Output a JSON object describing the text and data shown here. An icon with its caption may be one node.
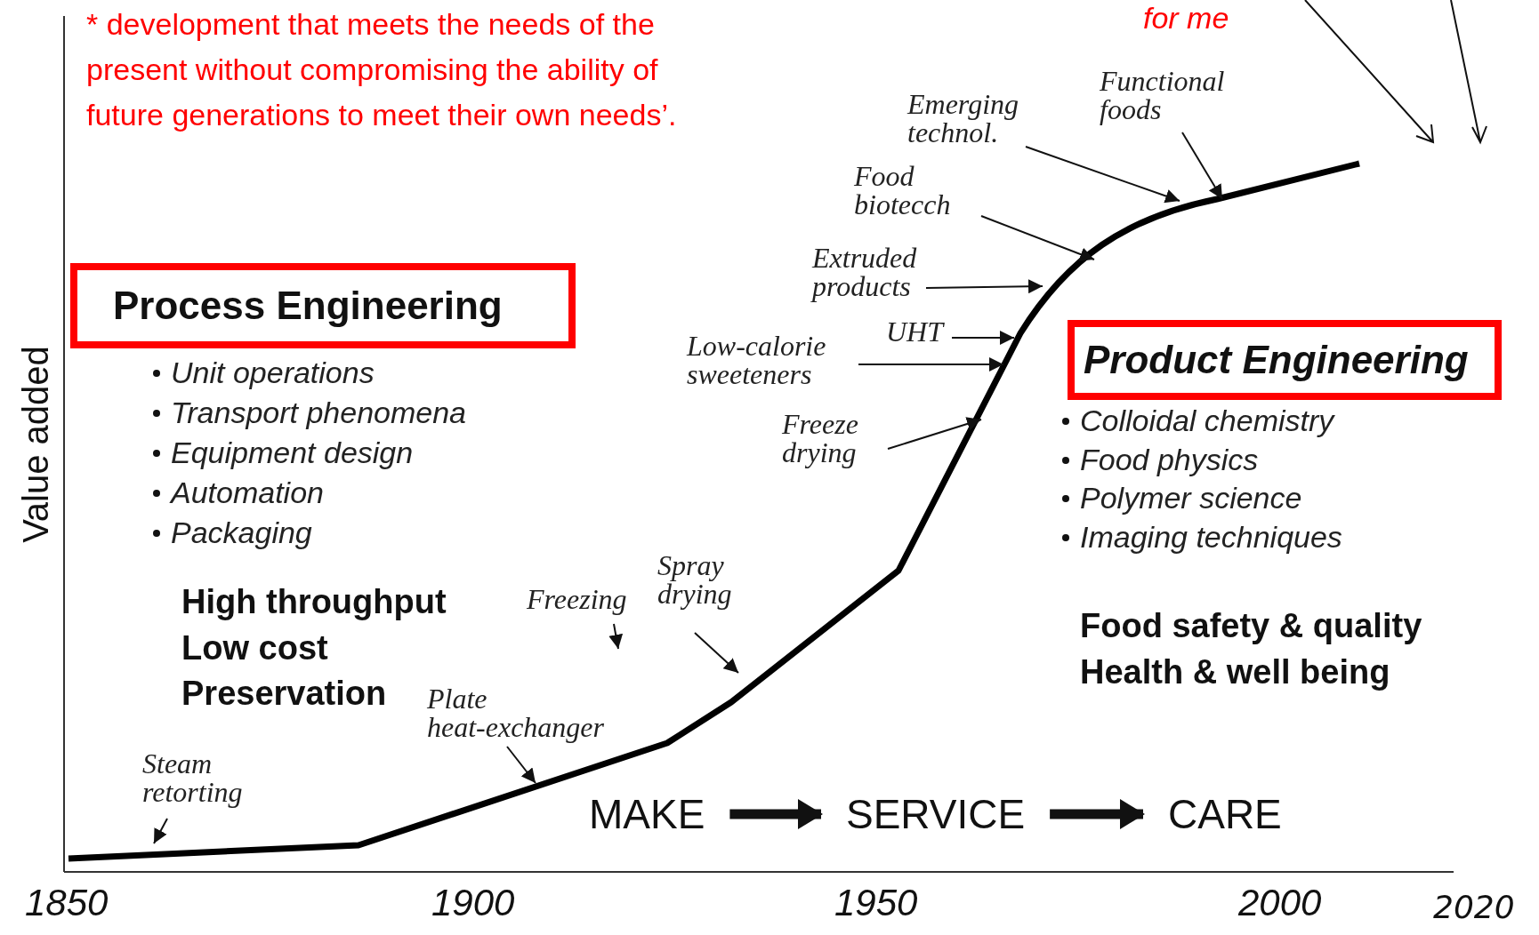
{
  "diagram": {
    "nodes": [
      {
        "text": [
          "Process Engineering"
        ]
      },
      {
        "text": [
          "Product Engineering"
        ]
      },
      {
        "text": [
          "Steam retorting"
        ]
      },
      {
        "text": [
          "Plate heat-exchanger"
        ]
      },
      {
        "text": [
          "Freezing"
        ]
      },
      {
        "text": [
          "Spray drying"
        ]
      },
      {
        "text": [
          "Freeze drying"
        ]
      },
      {
        "text": [
          "Low-calorie sweeteners"
        ]
      },
      {
        "text": [
          "UHT"
        ]
      },
      {
        "text": [
          "Extruded products"
        ]
      },
      {
        "text": [
          "Food biotecch"
        ]
      },
      {
        "text": [
          "Emerging technol."
        ]
      },
      {
        "text": [
          "Functional foods"
        ]
      },
      {
        "text": [
          "MAKE"
        ]
      },
      {
        "text": [
          "SERVICE"
        ]
      },
      {
        "text": [
          "CARE"
        ]
      }
    ],
    "edges": [
      {
        "from": 2,
        "to": null,
        "arrow": "to"
      },
      {
        "from": 3,
        "to": null,
        "arrow": "to"
      },
      {
        "from": 4,
        "to": null,
        "arrow": "to"
      },
      {
        "from": 5,
        "to": null,
        "arrow": "to"
      },
      {
        "from": 6,
        "to": null,
        "arrow": "to"
      },
      {
        "from": 7,
        "to": null,
        "arrow": "to"
      },
      {
        "from": 8,
        "to": null,
        "arrow": "to"
      },
      {
        "from": 9,
        "to": null,
        "arrow": "to"
      },
      {
        "from": 10,
        "to": null,
        "arrow": "to"
      },
      {
        "from": 11,
        "to": null,
        "arrow": "to"
      },
      {
        "from": 12,
        "to": null,
        "arrow": "to"
      },
      {
        "from": 13,
        "to": 14,
        "arrow": "to",
        "style": "thick"
      },
      {
        "from": 14,
        "to": 15,
        "arrow": "to",
        "style": "thick"
      }
    ],
    "labels": [
      "* development that meets the needs of the present without compromising the ability of future generations to meet their own needs’.",
      "for me",
      "Value added",
      "Unit operations",
      "Transport phenomena",
      "Equipment design",
      "Automation",
      "Packaging",
      "High throughput",
      "Low cost",
      "Preservation",
      "Colloidal chemistry",
      "Food physics",
      "Polymer science",
      "Imaging techniques",
      "Food safety & quality",
      "Health & well being",
      "1850",
      "1900",
      "1950",
      "2000",
      "2020"
    ]
  }
}
